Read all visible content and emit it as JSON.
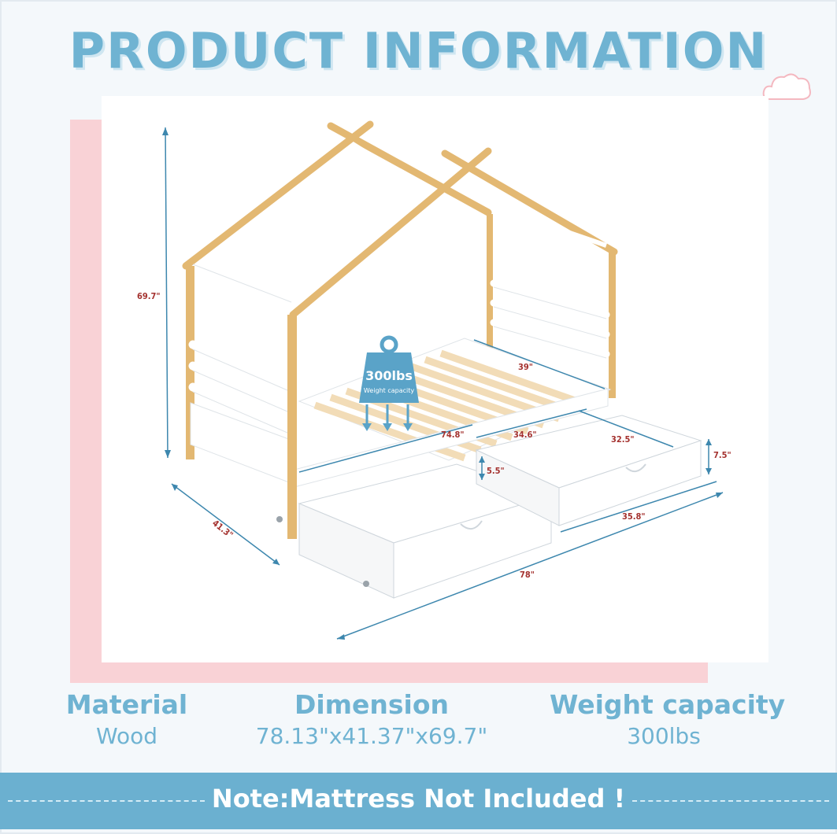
{
  "header": {
    "title": "PRODUCT INFORMATION"
  },
  "dimensions": {
    "overall_height": "69.7\"",
    "overall_width": "41.3\"",
    "overall_length": "78\"",
    "bed_length": "74.8\"",
    "bed_width": "39\"",
    "drawer_length": "35.8\"",
    "drawer_width": "34.6\"",
    "drawer_depth": "32.5\"",
    "drawer_height": "7.5\"",
    "drawer_clearance": "5.5\""
  },
  "weight_badge": {
    "value": "300lbs",
    "caption": "Weight capacity"
  },
  "specs": [
    {
      "label": "Material",
      "value": "Wood"
    },
    {
      "label": "Dimension",
      "value": "78.13\"x41.37\"x69.7\""
    },
    {
      "label": "Weight capacity",
      "value": "300lbs"
    }
  ],
  "note": {
    "text": "Note:Mattress Not Included !"
  },
  "colors": {
    "accent_blue": "#6fb3d2",
    "note_bar": "#6bb0d0",
    "pink_panel": "#f9d2d6",
    "dimension_text": "#a4322f",
    "wood": "#e3b872"
  }
}
